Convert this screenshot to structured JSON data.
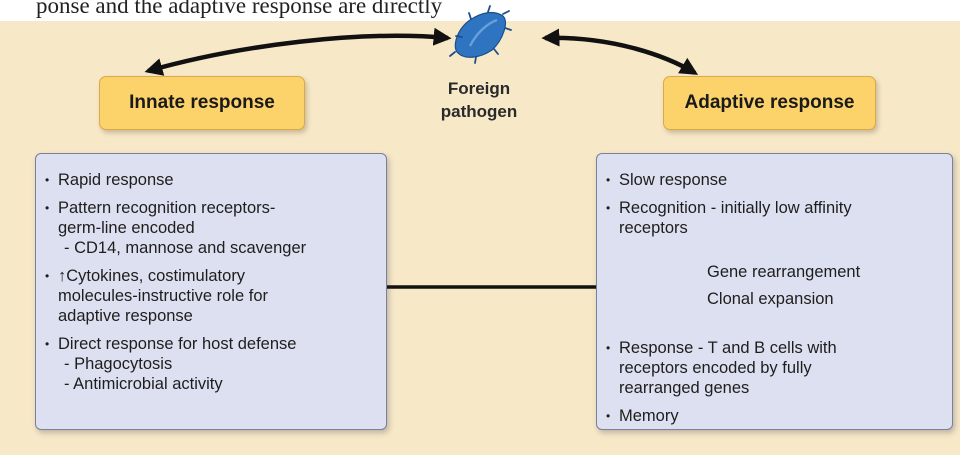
{
  "caption_fragment": "ponse and the adaptive response are directly",
  "center": {
    "label_lines": [
      "Foreign",
      "pathogen"
    ]
  },
  "innate": {
    "title": "Innate response",
    "bullets": [
      {
        "lines": [
          "Rapid response"
        ],
        "subs": []
      },
      {
        "lines": [
          "Pattern recognition receptors-",
          "germ-line encoded"
        ],
        "subs": [
          "- CD14, mannose and scavenger"
        ]
      },
      {
        "lines": [
          "↑Cytokines, costimulatory",
          "molecules-instructive role for",
          "adaptive response"
        ],
        "subs": []
      },
      {
        "lines": [
          "Direct response for host defense"
        ],
        "subs": [
          "- Phagocytosis",
          "- Antimicrobial activity"
        ]
      }
    ]
  },
  "adaptive": {
    "title": "Adaptive response",
    "bullets_top": [
      {
        "lines": [
          "Slow response"
        ],
        "subs": []
      },
      {
        "lines": [
          "Recognition - initially low affinity",
          "receptors"
        ],
        "subs": []
      }
    ],
    "flow_labels": [
      "Gene rearrangement",
      "Clonal expansion"
    ],
    "bullets_bottom": [
      {
        "lines": [
          "Response - T and B cells with",
          "receptors encoded by fully",
          "rearranged genes"
        ],
        "subs": []
      },
      {
        "lines": [
          "Memory"
        ],
        "subs": []
      }
    ]
  },
  "colors": {
    "background": "#f7e8c8",
    "pill_fill": "#fcd36a",
    "panel_fill": "#dde0f0",
    "pathogen": "#2f74c0",
    "arrow": "#111111"
  }
}
